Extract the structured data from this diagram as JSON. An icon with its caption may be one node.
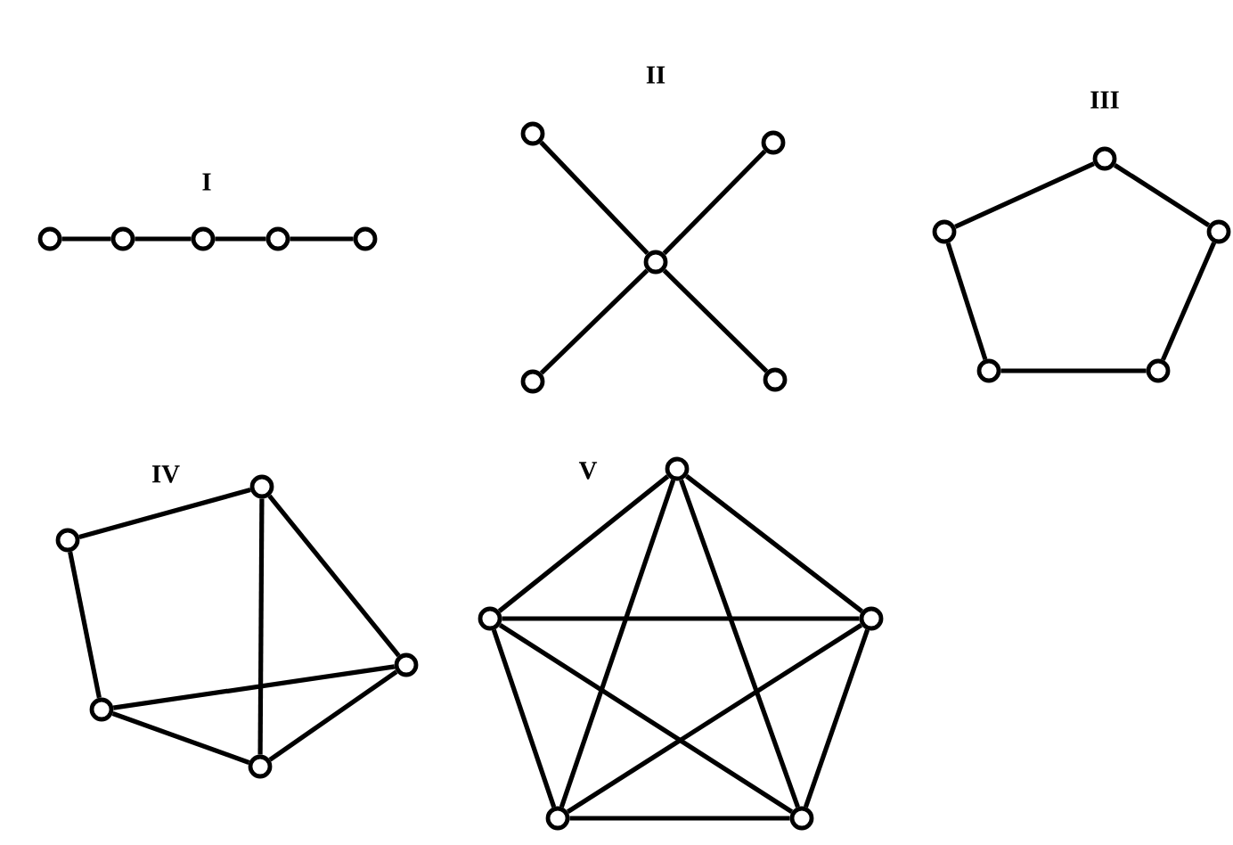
{
  "diagram": {
    "nodes": [
      {
        "text": [],
        "shape": "circle"
      },
      {
        "text": [],
        "shape": "circle"
      },
      {
        "text": [],
        "shape": "circle"
      },
      {
        "text": [],
        "shape": "circle"
      },
      {
        "text": [],
        "shape": "circle"
      },
      {
        "text": [],
        "shape": "circle"
      },
      {
        "text": [],
        "shape": "circle"
      },
      {
        "text": [],
        "shape": "circle"
      },
      {
        "text": [],
        "shape": "circle"
      },
      {
        "text": [],
        "shape": "circle"
      },
      {
        "text": [],
        "shape": "circle"
      },
      {
        "text": [],
        "shape": "circle"
      },
      {
        "text": [],
        "shape": "circle"
      },
      {
        "text": [],
        "shape": "circle"
      },
      {
        "text": [],
        "shape": "circle"
      },
      {
        "text": [],
        "shape": "circle"
      },
      {
        "text": [],
        "shape": "circle"
      },
      {
        "text": [],
        "shape": "circle"
      },
      {
        "text": [],
        "shape": "circle"
      },
      {
        "text": [],
        "shape": "circle"
      },
      {
        "text": [],
        "shape": "circle"
      },
      {
        "text": [],
        "shape": "circle"
      },
      {
        "text": [],
        "shape": "circle"
      },
      {
        "text": [],
        "shape": "circle"
      },
      {
        "text": [],
        "shape": "circle"
      }
    ],
    "edges": [
      {
        "from": 0,
        "to": 1,
        "arrow": "none"
      },
      {
        "from": 1,
        "to": 2,
        "arrow": "none"
      },
      {
        "from": 2,
        "to": 3,
        "arrow": "none"
      },
      {
        "from": 3,
        "to": 4,
        "arrow": "none"
      },
      {
        "from": 5,
        "to": 7,
        "arrow": "none"
      },
      {
        "from": 6,
        "to": 7,
        "arrow": "none"
      },
      {
        "from": 7,
        "to": 8,
        "arrow": "none"
      },
      {
        "from": 7,
        "to": 9,
        "arrow": "none"
      },
      {
        "from": 10,
        "to": 11,
        "arrow": "none"
      },
      {
        "from": 10,
        "to": 12,
        "arrow": "none"
      },
      {
        "from": 11,
        "to": 13,
        "arrow": "none"
      },
      {
        "from": 12,
        "to": 14,
        "arrow": "none"
      },
      {
        "from": 13,
        "to": 14,
        "arrow": "none"
      },
      {
        "from": 15,
        "to": 16,
        "arrow": "none"
      },
      {
        "from": 15,
        "to": 18,
        "arrow": "none"
      },
      {
        "from": 16,
        "to": 19,
        "arrow": "none"
      },
      {
        "from": 16,
        "to": 17,
        "arrow": "none"
      },
      {
        "from": 18,
        "to": 19,
        "arrow": "none"
      },
      {
        "from": 18,
        "to": 17,
        "arrow": "none"
      },
      {
        "from": 19,
        "to": 17,
        "arrow": "none"
      },
      {
        "from": 20,
        "to": 21,
        "arrow": "none"
      },
      {
        "from": 20,
        "to": 22,
        "arrow": "none"
      },
      {
        "from": 20,
        "to": 23,
        "arrow": "none"
      },
      {
        "from": 20,
        "to": 24,
        "arrow": "none"
      },
      {
        "from": 21,
        "to": 22,
        "arrow": "none"
      },
      {
        "from": 21,
        "to": 23,
        "arrow": "none"
      },
      {
        "from": 21,
        "to": 24,
        "arrow": "none"
      },
      {
        "from": 22,
        "to": 23,
        "arrow": "none"
      },
      {
        "from": 22,
        "to": 24,
        "arrow": "none"
      },
      {
        "from": 23,
        "to": 24,
        "arrow": "none"
      }
    ],
    "labels": [
      "I",
      "II",
      "III",
      "IV",
      "V"
    ]
  }
}
